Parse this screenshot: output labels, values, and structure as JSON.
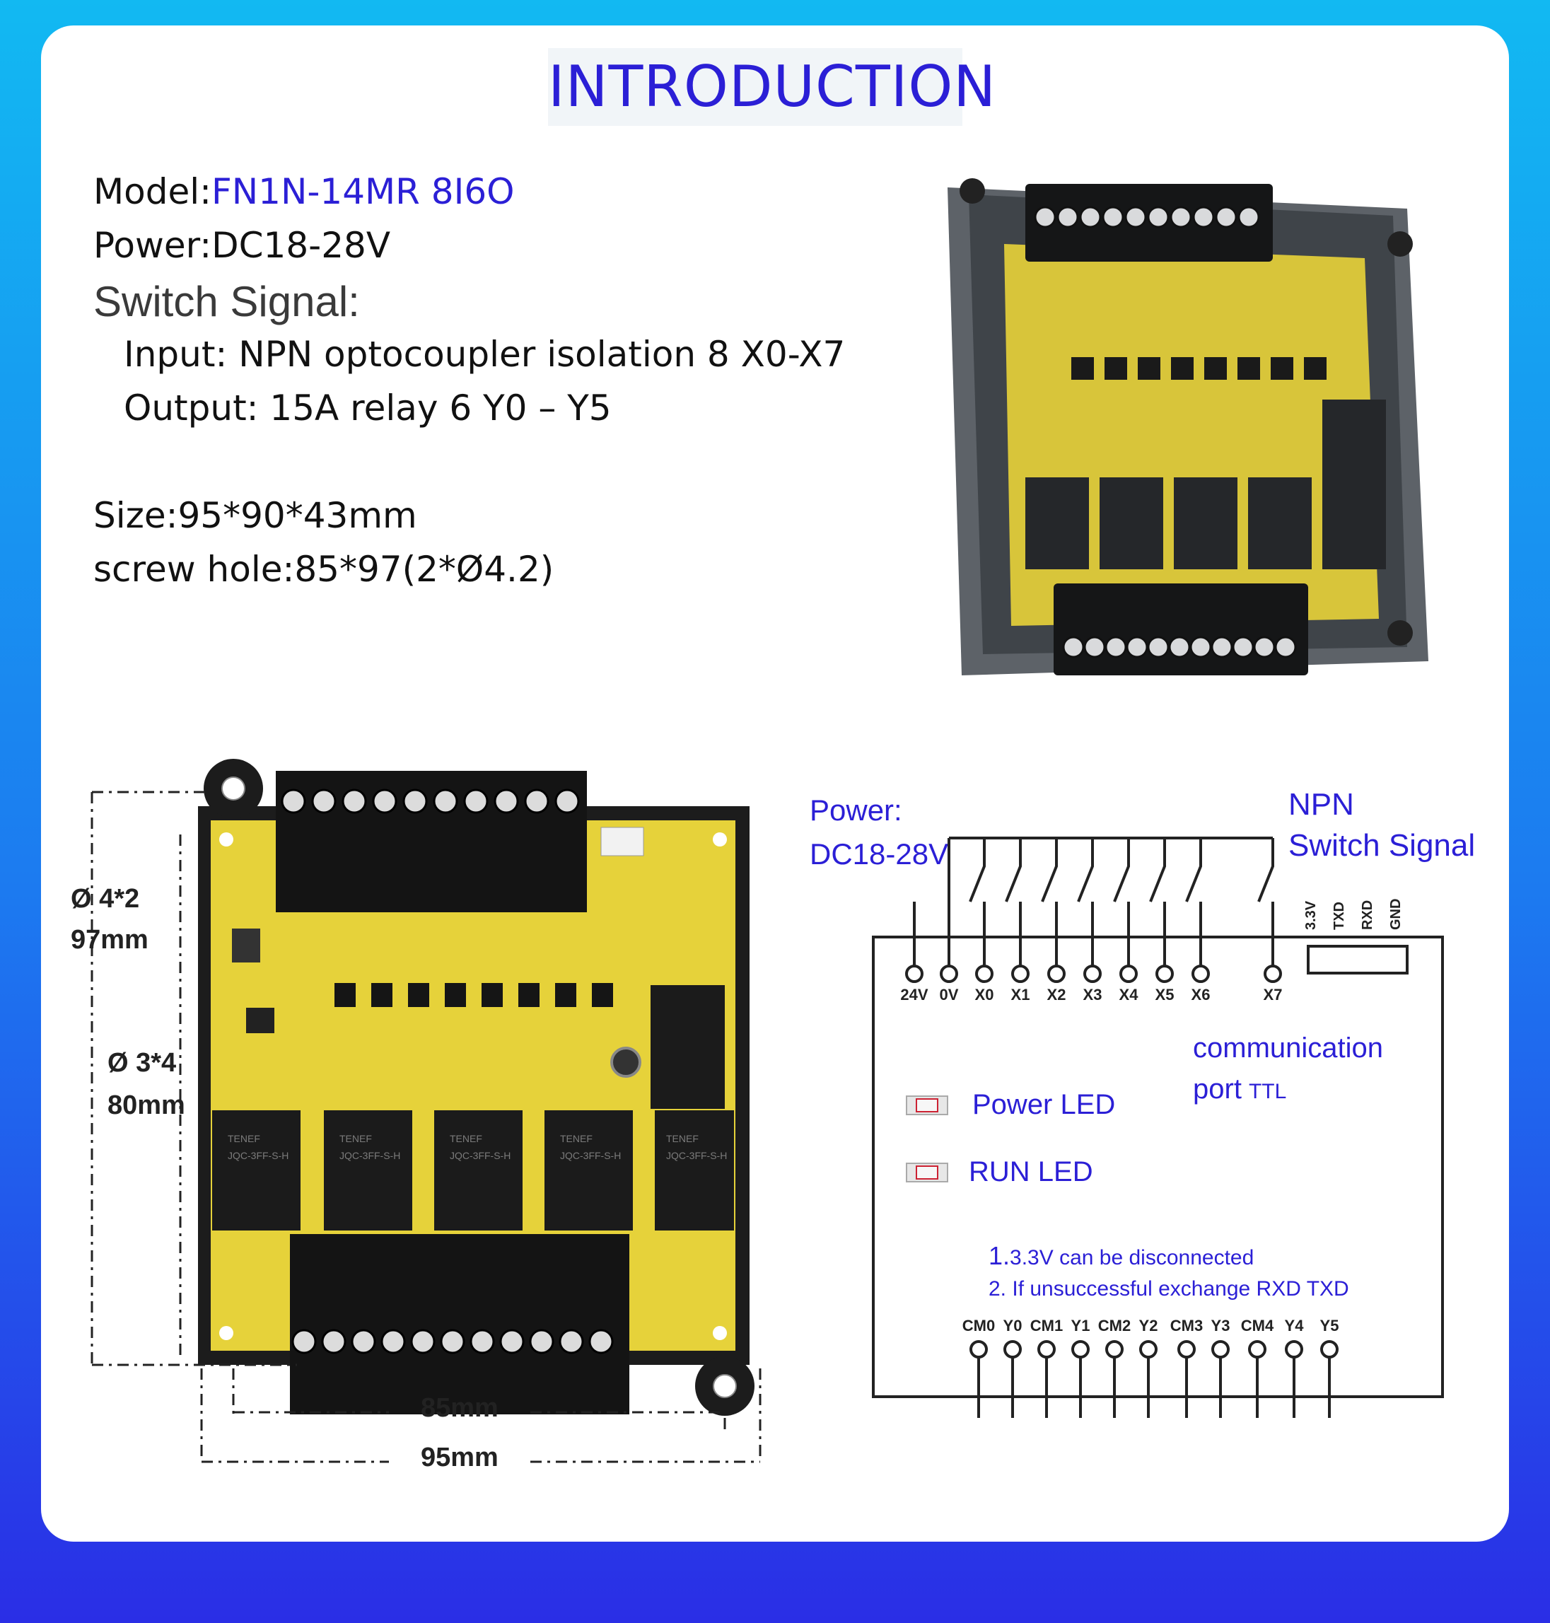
{
  "title": "INTRODUCTION",
  "specs": {
    "model_label": "Model:",
    "model_value": "FN1N-14MR 8I6O",
    "power": "Power:DC18-28V",
    "switch_signal": "Switch Signal:",
    "input": "Input: NPN optocoupler isolation 8 X0-X7",
    "output": "Output: 15A relay 6 Y0 – Y5",
    "size": "Size:95*90*43mm",
    "screw_hole": "screw hole:85*97(2*Ø4.2)"
  },
  "dimensions": {
    "hole_large": "Ø 4*2",
    "height_97": "97mm",
    "hole_small": "Ø 3*4",
    "height_80": "80mm",
    "width_85": "85mm",
    "width_95": "95mm"
  },
  "board_labels": {
    "relay_brand": "TENEF",
    "relay_model": "JQC-3FF-S-H"
  },
  "wiring": {
    "power_label": "Power:",
    "power_value": "DC18-28V",
    "npn_label": "NPN",
    "switch_signal_label": "Switch Signal",
    "top_terminals": [
      "24V",
      "0V",
      "X0",
      "X1",
      "X2",
      "X3",
      "X4",
      "X5",
      "X6",
      "X7"
    ],
    "ttl_pins": [
      "3.3V",
      "TXD",
      "RXD",
      "GND"
    ],
    "comm_label": "communication",
    "comm_port": "port",
    "comm_ttl": "TTL",
    "power_led": "Power LED",
    "run_led": "RUN LED",
    "note1_num": "1.",
    "note1_text": "3.3V can be disconnected",
    "note2": "2. If unsuccessful exchange RXD TXD",
    "bottom_terminals": [
      "CM0",
      "Y0",
      "CM1",
      "Y1",
      "CM2",
      "Y2",
      "CM3",
      "Y3",
      "CM4",
      "Y4",
      "Y5"
    ]
  },
  "colors": {
    "accent": "#2b1fd6",
    "pcb": "#e6d23a",
    "background_top": "#12b9f2",
    "background_bottom": "#2a2ee6"
  }
}
